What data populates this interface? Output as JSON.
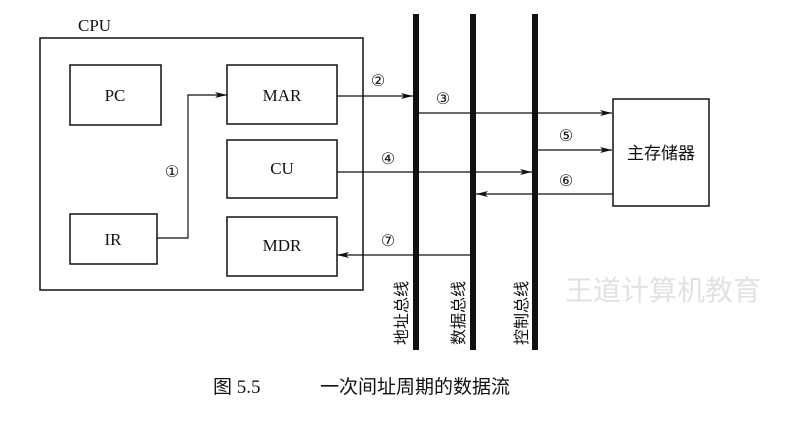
{
  "watermark": "王道计算机教育",
  "cpu": {
    "label": "CPU",
    "registers": {
      "pc": "PC",
      "mar": "MAR",
      "cu": "CU",
      "ir": "IR",
      "mdr": "MDR"
    }
  },
  "memory": {
    "label": "主存储器"
  },
  "buses": {
    "address": "地址总线",
    "data": "数据总线",
    "control": "控制总线"
  },
  "steps": {
    "s1": "①",
    "s2": "②",
    "s3": "③",
    "s4": "④",
    "s5": "⑤",
    "s6": "⑥",
    "s7": "⑦"
  },
  "caption": {
    "figure": "图 5.5",
    "title": "一次间址周期的数据流"
  }
}
